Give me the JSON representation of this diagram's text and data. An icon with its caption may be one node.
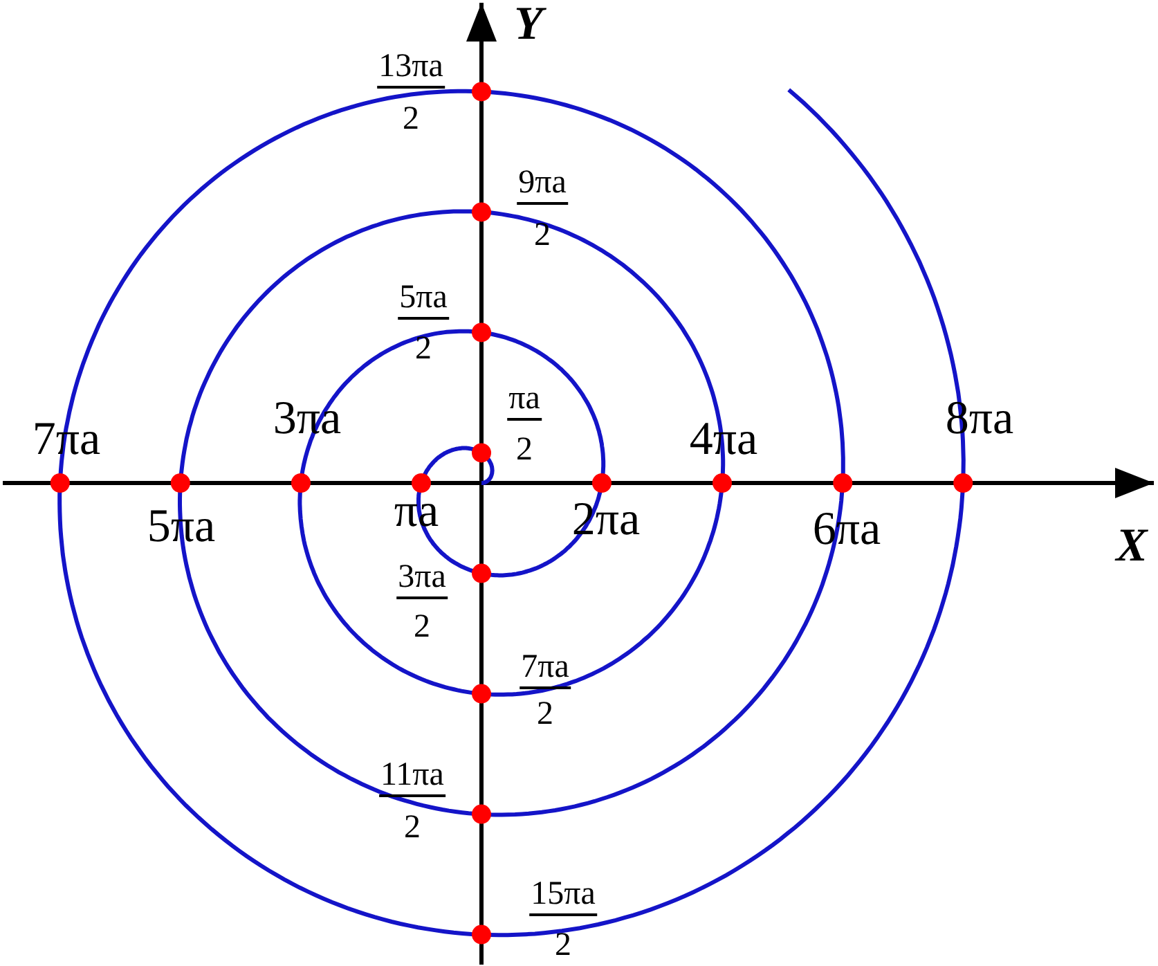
{
  "diagram": {
    "labels": [
      "Y",
      "13πa",
      "2",
      "9πa",
      "2",
      "5πa",
      "2",
      "πa",
      "2",
      "7πa",
      "3πa",
      "4πa",
      "8πa",
      "5πa",
      "πa",
      "2πa",
      "6πa",
      "X",
      "3πa",
      "2",
      "7πa",
      "2",
      "11πa",
      "2",
      "15πa",
      "2"
    ]
  }
}
